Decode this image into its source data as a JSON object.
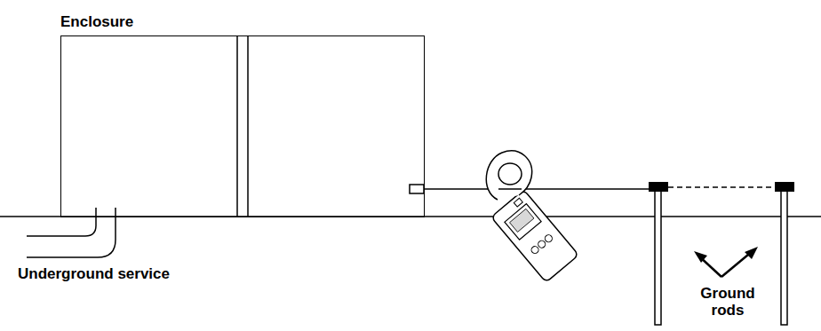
{
  "diagram": {
    "nodes": [
      {
        "text": [
          "Enclosure"
        ]
      }
    ],
    "labels": [
      "Underground service",
      "Ground rods"
    ]
  }
}
